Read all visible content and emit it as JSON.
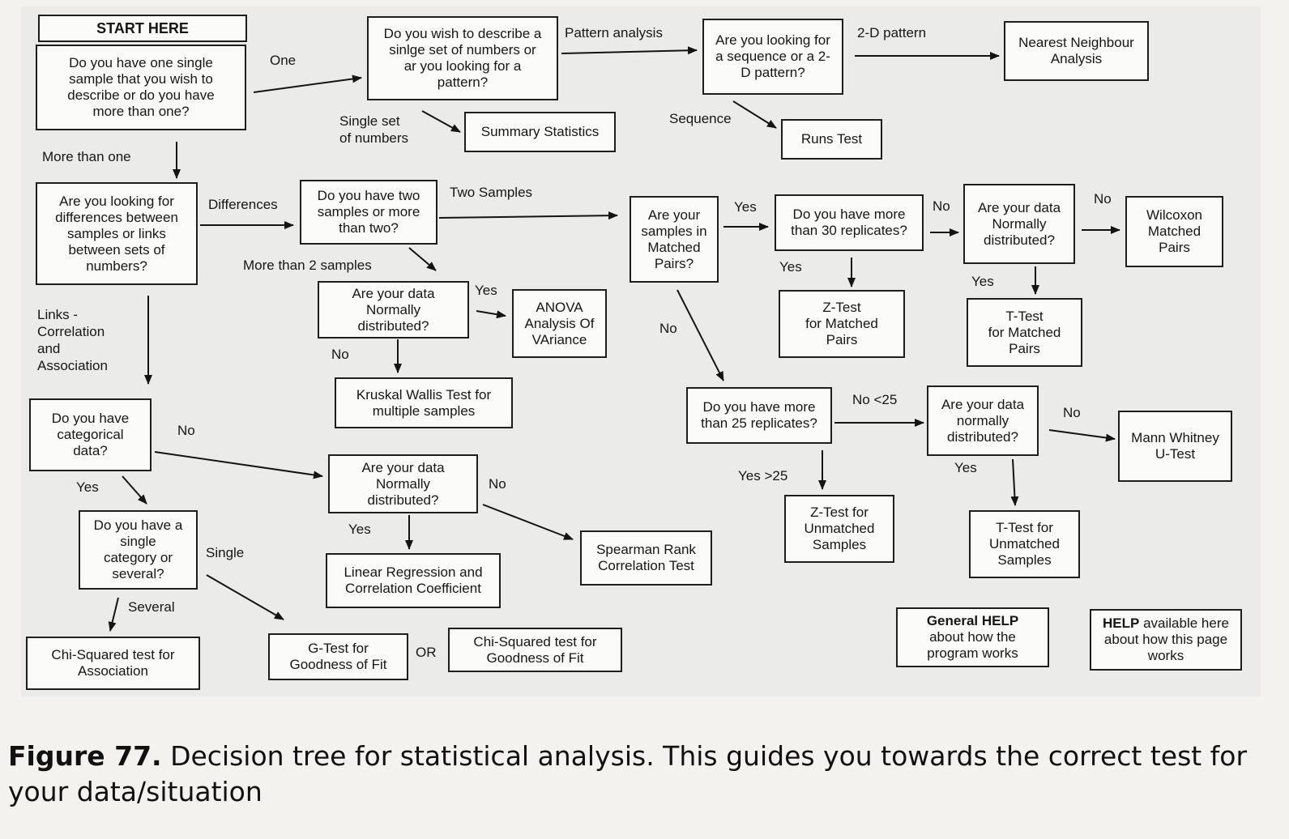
{
  "nodes": {
    "start": "START HERE",
    "q_one_sample": "Do you have one single\nsample that you wish to\ndescribe or do you have\nmore than one?",
    "q_describe": "Do you wish to describe a\nsinlge set of numbers or\nar you looking for a\npattern?",
    "q_sequence": "Are you looking for\na sequence or a 2-\nD pattern?",
    "nearest_neighbour": "Nearest Neighbour\nAnalysis",
    "summary_statistics": "Summary Statistics",
    "runs_test": "Runs Test",
    "q_differences": "Are you looking for\ndifferences between\nsamples or links\nbetween sets of\nnumbers?",
    "q_two_samples": "Do you have two\nsamples or more\nthan two?",
    "q_matched": "Are your\nsamples in\nMatched\nPairs?",
    "q_30": "Do you have more\nthan 30 replicates?",
    "q_normal_matched": "Are your data\nNormally\ndistributed?",
    "wilcoxon": "Wilcoxon\nMatched\nPairs",
    "q_normal_anova": "Are your data\nNormally\ndistributed?",
    "anova": "ANOVA\nAnalysis Of\nVAriance",
    "z_matched": "Z-Test\nfor Matched\nPairs",
    "t_matched": "T-Test\nfor Matched\nPairs",
    "kruskal": "Kruskal Wallis Test for\nmultiple samples",
    "q_25": "Do you have more\nthan 25 replicates?",
    "q_normal_unmatched": "Are your data\nnormally\ndistributed?",
    "mann_whitney": "Mann Whitney\nU-Test",
    "q_categorical": "Do you have\ncategorical\ndata?",
    "q_normal_links": "Are your data\nNormally\ndistributed?",
    "z_unmatched": "Z-Test for\nUnmatched\nSamples",
    "t_unmatched": "T-Test for\nUnmatched\nSamples",
    "q_single_category": "Do you have a\nsingle\ncategory or\nseveral?",
    "linear_regression": "Linear Regression and\nCorrelation Coefficient",
    "spearman": "Spearman Rank\nCorrelation Test",
    "chi_association": "Chi-Squared test for\nAssociation",
    "g_test": "G-Test for\nGoodness of Fit",
    "chi_goodness": "Chi-Squared test for\nGoodness of Fit",
    "general_help_title": "General HELP",
    "general_help_text": "about how the\nprogram works",
    "page_help_title": "HELP",
    "page_help_text": " available here\nabout how this page\nworks"
  },
  "labels": {
    "one": "One",
    "more_than_one": "More than one",
    "pattern_analysis": "Pattern analysis",
    "two_d_pattern": "2-D pattern",
    "single_set": "Single set\nof numbers",
    "sequence": "Sequence",
    "differences": "Differences",
    "two_samples": "Two Samples",
    "yes_matched": "Yes",
    "no_30": "No",
    "no_normal_matched": "No",
    "more_than_2": "More than 2 samples",
    "yes_anova": "Yes",
    "yes_30": "Yes",
    "yes_normal_matched": "Yes",
    "links": "Links -\nCorrelation\nand\nAssociation",
    "no_kruskal": "No",
    "no_matched": "No",
    "no_lt25": "No <25",
    "no_mann": "No",
    "no_categorical": "No",
    "yes_categorical": "Yes",
    "no_spearman": "No",
    "yes_gt25": "Yes >25",
    "yes_t_unmatched": "Yes",
    "yes_linear": "Yes",
    "single": "Single",
    "several": "Several",
    "or": "OR"
  },
  "caption": {
    "figure_label": "Figure 77.",
    "text": " Decision tree for statistical analysis. This guides you towards the correct test for your data/situation"
  }
}
